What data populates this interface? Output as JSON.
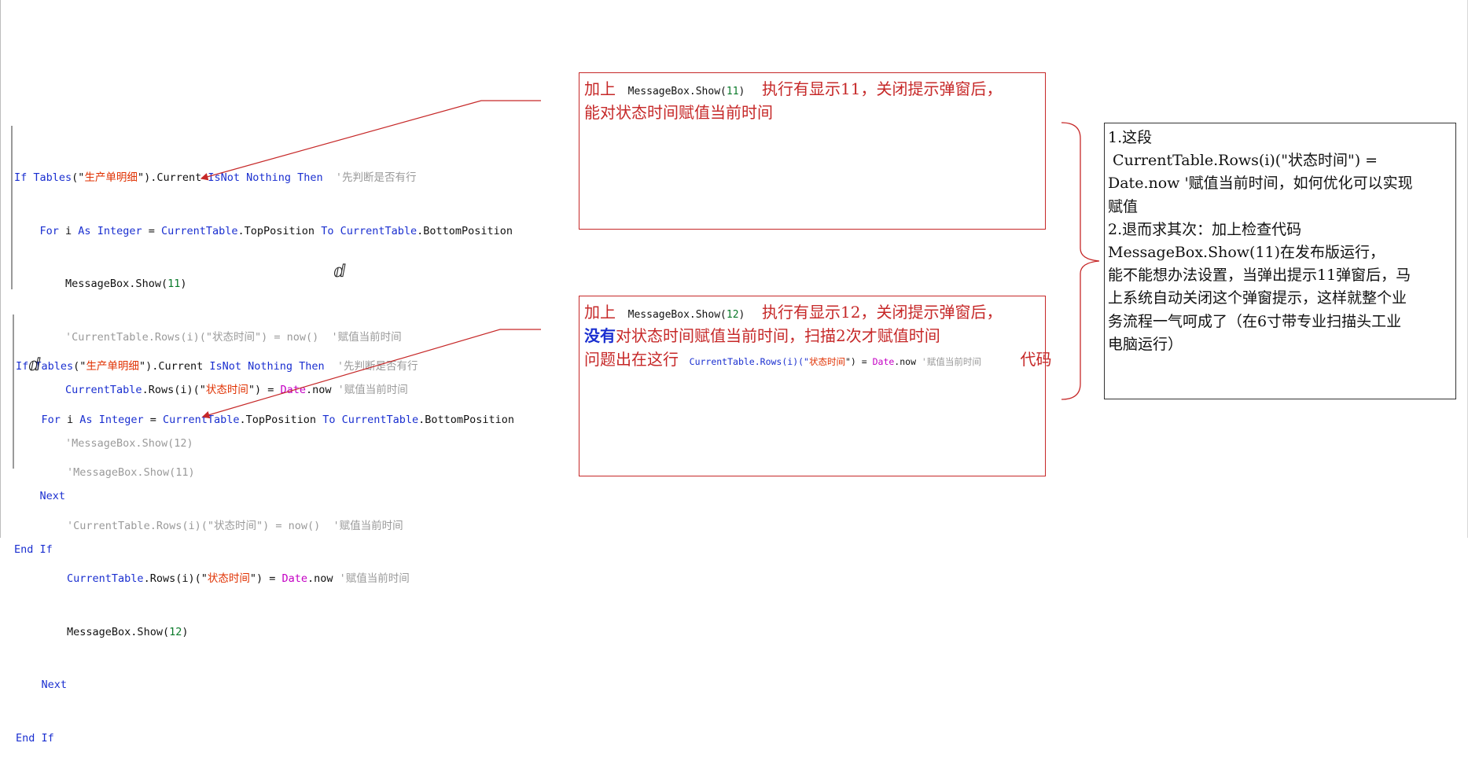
{
  "code1": {
    "l1": {
      "a": "If ",
      "b": "Tables",
      "c": "(\"",
      "d": "生产单明细",
      "e": "\")",
      "f": ".Current ",
      "g": "IsNot Nothing Then",
      "h": "  '先判断是否有行"
    },
    "l2": {
      "a": "For ",
      "b": "i ",
      "c": "As ",
      "d": "Integer",
      "e": " = ",
      "f": "CurrentTable",
      "g": ".TopPosition ",
      "h": "To ",
      "i": "CurrentTable",
      "j": ".BottomPosition"
    },
    "l3": {
      "a": "MessageBox.Show(",
      "b": "11",
      "c": ")"
    },
    "l4": {
      "a": "'CurrentTable.Rows(i)(\"状态时间\") = now()  '赋值当前时间"
    },
    "l5": {
      "a": "CurrentTable",
      "b": ".Rows(i)(\"",
      "c": "状态时间",
      "d": "\") = ",
      "e": "Date",
      "f": ".now ",
      "g": "'赋值当前时间"
    },
    "l6": {
      "a": "'MessageBox.Show(12)"
    },
    "l7": {
      "a": "Next"
    },
    "l8": {
      "a": "End If"
    }
  },
  "code2": {
    "l1": {
      "a": "If ",
      "b": "Tables",
      "c": "(\"",
      "d": "生产单明细",
      "e": "\")",
      "f": ".Current ",
      "g": "IsNot Nothing Then",
      "h": "  '先判断是否有行"
    },
    "l2": {
      "a": "For ",
      "b": "i ",
      "c": "As ",
      "d": "Integer",
      "e": " = ",
      "f": "CurrentTable",
      "g": ".TopPosition ",
      "h": "To ",
      "i": "CurrentTable",
      "j": ".BottomPosition"
    },
    "l3": {
      "a": "'MessageBox.Show(11)"
    },
    "l4": {
      "a": "'CurrentTable.Rows(i)(\"状态时间\") = now()  '赋值当前时间"
    },
    "l5": {
      "a": "CurrentTable",
      "b": ".Rows(i)(\"",
      "c": "状态时间",
      "d": "\") = ",
      "e": "Date",
      "f": ".now ",
      "g": "'赋值当前时间"
    },
    "l6": {
      "a": "MessageBox.Show(",
      "b": "12",
      "c": ")"
    },
    "l7": {
      "a": "Next"
    },
    "l8": {
      "a": "End If"
    }
  },
  "box1": {
    "prefix": "加上",
    "code_a": "MessageBox.Show(",
    "code_num": "11",
    "code_b": ")",
    "text1": "执行有显示11，关闭提示弹窗后，",
    "text2": "能对状态时间赋值当前时间"
  },
  "box2": {
    "prefix": "加上",
    "code_a": "MessageBox.Show(",
    "code_num": "12",
    "code_b": ")",
    "text1": "执行有显示12，关闭提示弹窗后，",
    "bold": "没有",
    "text2": "对状态时间赋值当前时间，扫描2次才赋值时间",
    "text3": "问题出在这行",
    "code_line_a": "CurrentTable.Rows(i)(\"",
    "code_line_b": "状态时间",
    "code_line_c": "\") = ",
    "code_line_d": "Date",
    "code_line_e": ".now ",
    "code_line_f": "'赋值当前时间",
    "text4": "代码"
  },
  "note": {
    "lines": [
      "1.这段",
      " CurrentTable.Rows(i)(\"状态时间\") =",
      "Date.now '赋值当前时间，如何优化可以实现",
      "赋值",
      "2.退而求其次：加上检查代码",
      "MessageBox.Show(11)在发布版运行，",
      "能不能想办法设置，当弹出提示11弹窗后，马",
      "上系统自动关闭这个弹窗提示，这样就整个业",
      "务流程一气呵成了（在6寸带专业扫描头工业",
      "电脑运行）"
    ]
  },
  "colors": {
    "keyword": "#1a2fd0",
    "string": "#e03000",
    "comment": "#9a9a9a",
    "number": "#0a7a2a",
    "date": "#c400c4",
    "annotation": "#c62828"
  }
}
